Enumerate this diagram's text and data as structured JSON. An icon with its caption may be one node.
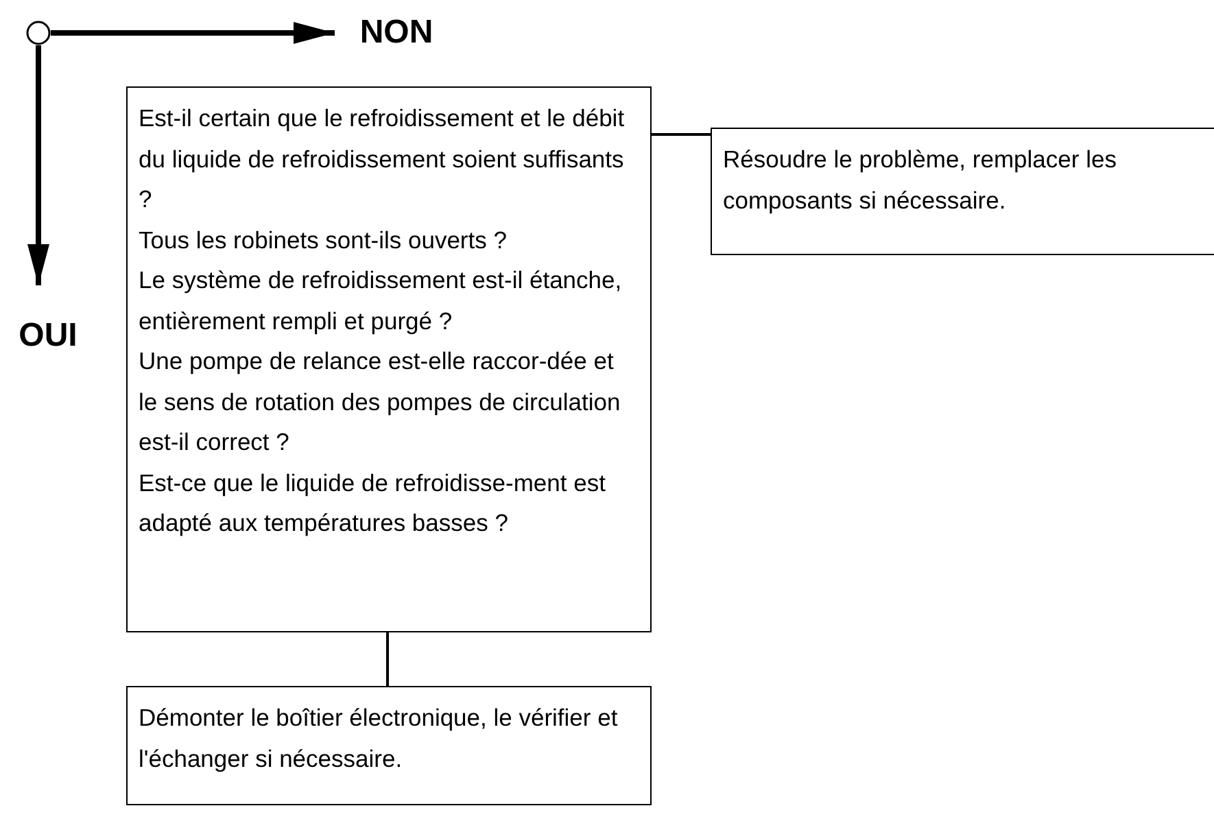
{
  "diagram": {
    "nodes": [
      {
        "text": [],
        "shape": "circle"
      },
      {
        "text": [
          "NON"
        ]
      },
      {
        "text": [
          "OUI"
        ]
      },
      {
        "text": [
          "Est-il certain que le refroidissement et le débit du liquide de refroidissement soient suffisants ?",
          "Tous les robinets sont-ils ouverts ?",
          "Le système de refroidissement est-il étanche, entièrement rempli et purgé ?",
          "Une pompe de relance est-elle raccor-dée et le sens de rotation des pompes de circulation est-il correct ?",
          "Est-ce que le liquide de refroidisse-ment est adapté aux températures basses ?"
        ]
      },
      {
        "text": [
          "Résoudre le problème, remplacer les composants si nécessaire."
        ]
      },
      {
        "text": [
          "Démonter le boîtier électronique, le vérifier et l'échanger si nécessaire."
        ]
      }
    ],
    "edges": [
      {
        "from": 0,
        "to": 1,
        "arrow": "to",
        "style": "thick"
      },
      {
        "from": 0,
        "to": 2,
        "arrow": "to",
        "style": "thick"
      },
      {
        "from": 3,
        "to": 4,
        "arrow": "none"
      },
      {
        "from": 3,
        "to": 5,
        "arrow": "none"
      }
    ]
  }
}
